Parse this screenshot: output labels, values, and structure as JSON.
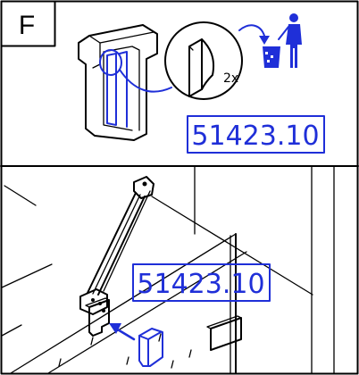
{
  "step": {
    "label": "F"
  },
  "top_panel": {
    "quantity": "2x",
    "part_number": "51423.10",
    "icons": [
      "clip-cover-part",
      "magnified-foil-strip",
      "discard-arrow",
      "trash-bin-person-icon"
    ]
  },
  "bottom_panel": {
    "part_number": "51423.10",
    "icons": [
      "shower-stabilizer-bar",
      "glass-panel",
      "wall-clamp-cover",
      "insert-arrow"
    ]
  },
  "colors": {
    "accent": "#1f2fd8",
    "line": "#000000",
    "background": "#ffffff"
  }
}
